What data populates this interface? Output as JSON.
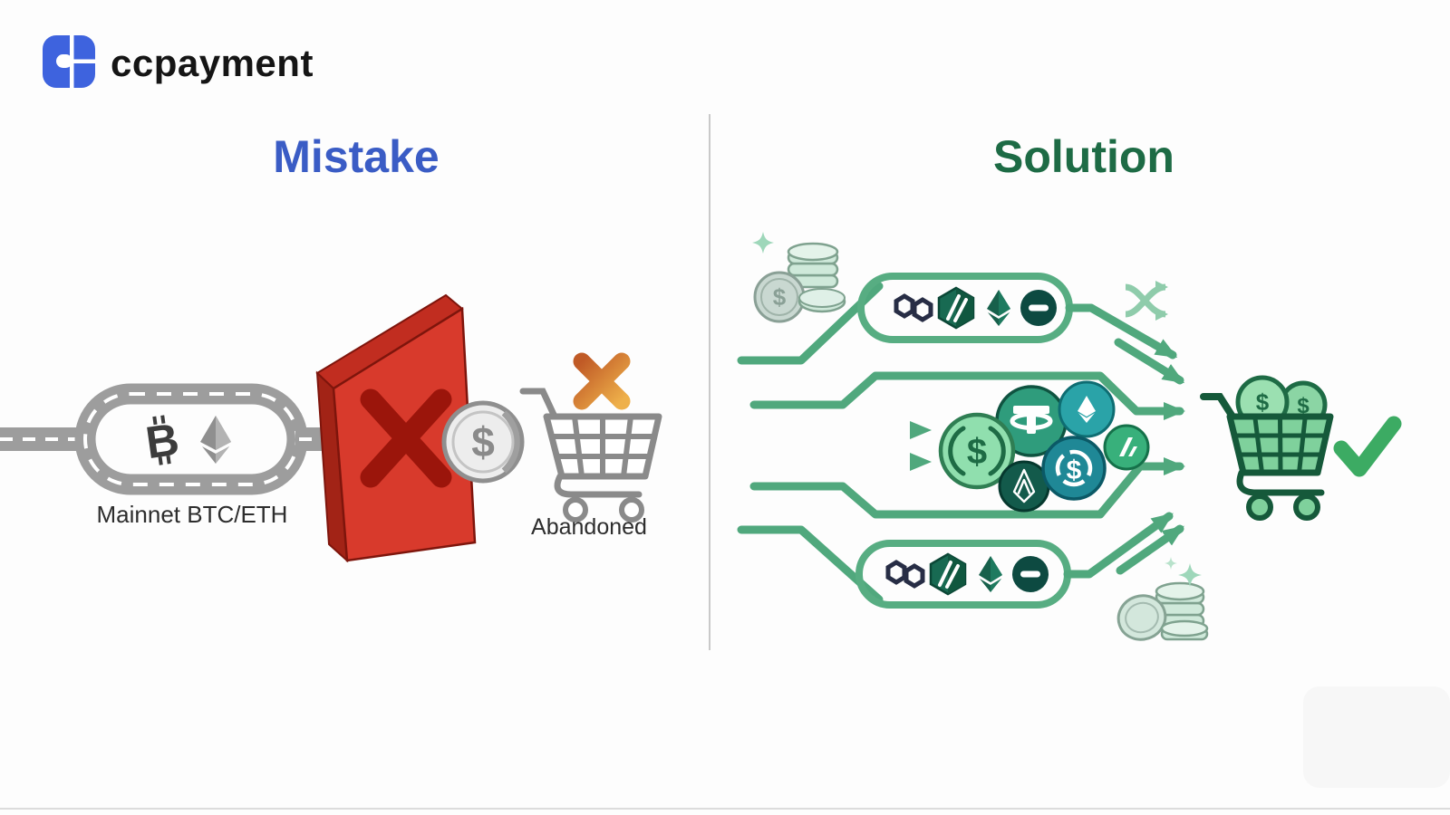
{
  "header": {
    "brand": "ccpayment",
    "brand_color": "#151515",
    "logo_color": "#3e63de"
  },
  "divider_color": "#c9c9c9",
  "mistake": {
    "title": "Mistake",
    "title_color": "#3a5cc5",
    "chain_label": "Mainnet BTC/ETH",
    "coin_glyph": "$",
    "cart_label": "Abandoned",
    "icons": [
      "blockchain-link-icon",
      "bitcoin-icon",
      "ethereum-icon",
      "blocked-wall-icon",
      "cross-icon",
      "dollar-coin-icon",
      "shopping-cart-icon",
      "cross-icon"
    ],
    "error_red": "#d83a2c",
    "warning_orange": "#e09a38",
    "chain_gray": "#9d9d9d"
  },
  "solution": {
    "title": "Solution",
    "title_color": "#1d6b45",
    "pipe_color": "#50a87d",
    "capsule_icons": [
      "polygon-icon",
      "arbitrum-icon",
      "ethereum-icon",
      "dark-coin-icon"
    ],
    "cluster_coins": [
      "usd-coin",
      "tether-coin",
      "ethereum-coin",
      "usdc-coin",
      "eos-coin",
      "crypto-coin"
    ],
    "usd_glyph": "$",
    "usdc_glyph": "$",
    "cart_coin1_glyph": "$",
    "cart_coin2_glyph": "$",
    "stack_glyph": "$",
    "check_color": "#3cab63"
  }
}
